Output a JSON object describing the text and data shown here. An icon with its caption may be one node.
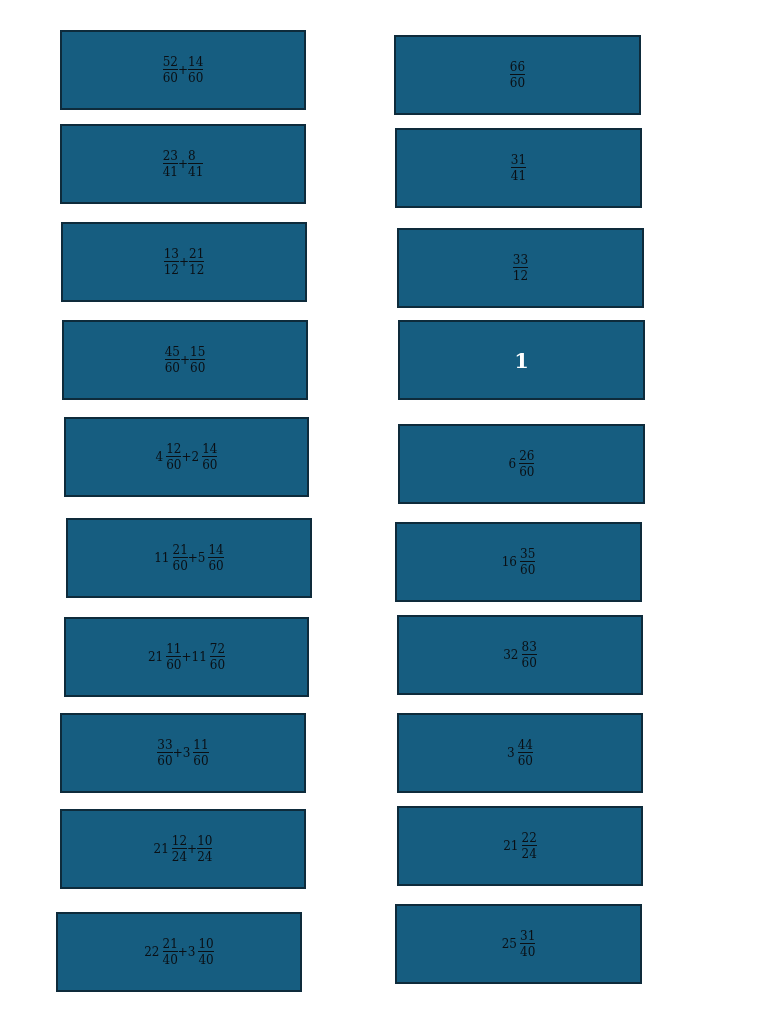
{
  "diagram": {
    "nodes": [
      {
        "text": [
          "52 60+14 60"
        ]
      },
      {
        "text": [
          "66 60"
        ]
      },
      {
        "text": [
          "23 41+8 41"
        ]
      },
      {
        "text": [
          "31 41"
        ]
      },
      {
        "text": [
          "13 12+21 12"
        ]
      },
      {
        "text": [
          "33 12"
        ]
      },
      {
        "text": [
          "45 60+15 60"
        ]
      },
      {
        "text": [
          "1"
        ]
      },
      {
        "text": [
          "4 12 60+2 14 60"
        ]
      },
      {
        "text": [
          "6 26 60"
        ]
      },
      {
        "text": [
          "11 21 60+5 14 60"
        ]
      },
      {
        "text": [
          "16 35 60"
        ]
      },
      {
        "text": [
          "21 11 60+11 72 60"
        ]
      },
      {
        "text": [
          "32 83 60"
        ]
      },
      {
        "text": [
          "33 60+3 11 60"
        ]
      },
      {
        "text": [
          "3 44 60"
        ]
      },
      {
        "text": [
          "21 12 24+10 24"
        ]
      },
      {
        "text": [
          "21 22 24"
        ]
      },
      {
        "text": [
          "22 21 40+3 10 40"
        ]
      },
      {
        "text": [
          "25 31 40"
        ]
      }
    ]
  }
}
